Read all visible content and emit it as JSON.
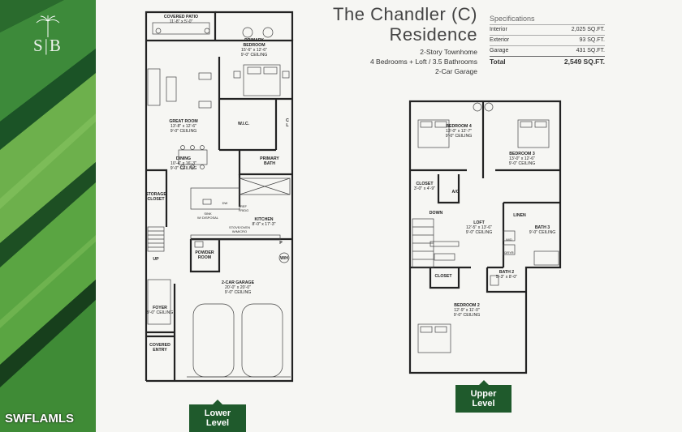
{
  "brand": {
    "logo_letters": "S|B"
  },
  "watermark": "SWFLAMLS",
  "title": {
    "line1": "The Chandler (C)",
    "line2": "Residence"
  },
  "info": [
    "2-Story Townhome",
    "4 Bedrooms + Loft / 3.5 Bathrooms",
    "2-Car Garage"
  ],
  "specs": {
    "heading": "Specifications",
    "rows": [
      {
        "label": "Interior",
        "value": "2,025 SQ.FT."
      },
      {
        "label": "Exterior",
        "value": "93 SQ.FT."
      },
      {
        "label": "Garage",
        "value": "431 SQ.FT."
      }
    ],
    "total": {
      "label": "Total",
      "value": "2,549 SQ.FT."
    }
  },
  "lower_level": {
    "badge": "Lower Level",
    "rooms": {
      "patio": [
        "COVERED PATIO",
        "11'-8\" x 5'-0\""
      ],
      "primary_bed": [
        "PRIMARY",
        "BEDROOM",
        "15'-6\" x 12'-6\"",
        "9'-0\" CEILING"
      ],
      "great_room": [
        "GREAT ROOM",
        "13'-8\" x 12'-6\"",
        "9'-0\" CEILING"
      ],
      "wic": [
        "W.I.C."
      ],
      "cl": [
        "C",
        "L"
      ],
      "dining": [
        "DINING",
        "10'-4\" x 16'-3\"",
        "9'-0\" CEILING"
      ],
      "primary_bath": [
        "PRIMARY",
        "BATH"
      ],
      "storage": [
        "STORAGE",
        "CLOSET"
      ],
      "sink": [
        "SINK",
        "W/ DISPOSAL"
      ],
      "kitchen": [
        "KITCHEN",
        "8'-0\" x 17'-3\""
      ],
      "stove": [
        "STOVE/OVEN",
        "W/MICRO"
      ],
      "powder": [
        "POWDER",
        "ROOM"
      ],
      "wh": [
        "W/H"
      ],
      "p": [
        "P"
      ],
      "up": [
        "UP"
      ],
      "garage": [
        "2-CAR GARAGE",
        "20'-0\" x 20'-0\"",
        "9'-0\" CEILING"
      ],
      "foyer": [
        "FOYER",
        "9'-0\" CEILING"
      ],
      "entry": [
        "COVERED",
        "ENTRY"
      ],
      "dw": [
        "DW"
      ],
      "ref": [
        "REF",
        "FRIDG"
      ]
    }
  },
  "upper_level": {
    "badge": "Upper Level",
    "rooms": {
      "bed4": [
        "BEDROOM 4",
        "13'-0\" x 12'-7\"",
        "9'-0\" CEILING"
      ],
      "bed3": [
        "BEDROOM 3",
        "13'-0\" x 12'-6\"",
        "9'-0\" CEILING"
      ],
      "closet1": [
        "CLOSET",
        "3'-0\" x 4'-9\""
      ],
      "ac": [
        "A/C"
      ],
      "down": [
        "DOWN"
      ],
      "loft": [
        "LOFT",
        "12'-5\" x 13'-6\"",
        "9'-0\" CEILING"
      ],
      "linen": [
        "LINEN"
      ],
      "bath3": [
        "BATH 3",
        "9'-0\" CEILING"
      ],
      "closet2": [
        "CLOSET"
      ],
      "bath2": [
        "BATH 2",
        "5'-3\" x 8'-0\""
      ],
      "bed2": [
        "BEDROOM 2",
        "12'-9\" x 11'-0\"",
        "9'-0\" CEILING"
      ],
      "wd": [
        "W/D",
        "DRYR"
      ]
    }
  }
}
